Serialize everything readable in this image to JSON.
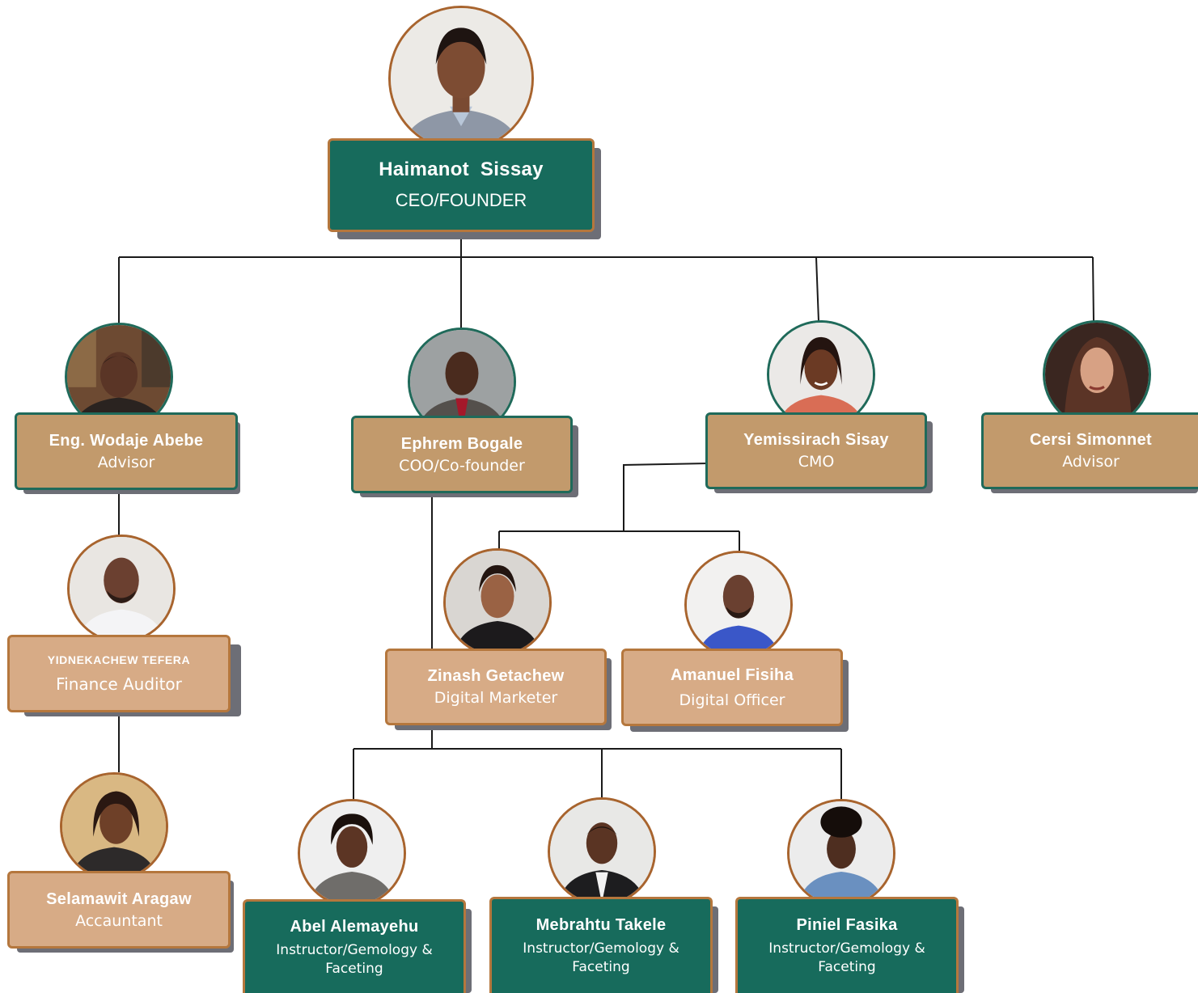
{
  "ceo": {
    "name": "Haimanot  Sissay",
    "role": "CEO/FOUNDER"
  },
  "advisor1": {
    "name": "Eng. Wodaje Abebe",
    "role": "Advisor"
  },
  "coo": {
    "name": "Ephrem Bogale",
    "role": "COO/Co-founder"
  },
  "cmo": {
    "name": "Yemissirach Sisay",
    "role": "CMO"
  },
  "advisor2": {
    "name": "Cersi Simonnet",
    "role": "Advisor"
  },
  "auditor": {
    "name": "YIDNEKACHEW TEFERA",
    "role": "Finance Auditor"
  },
  "accountant": {
    "name": "Selamawit Aragaw",
    "role": "Accauntant"
  },
  "marketer": {
    "name": "Zinash Getachew",
    "role": "Digital Marketer"
  },
  "officer": {
    "name": "Amanuel Fisiha",
    "role": "Digital Officer"
  },
  "instructor1": {
    "name": "Abel Alemayehu",
    "role": "Instructor/Gemology & Faceting"
  },
  "instructor2": {
    "name": "Mebrahtu Takele",
    "role": "Instructor/Gemology & Faceting"
  },
  "instructor3": {
    "name": "Piniel Fasika",
    "role": "Instructor/Gemology & Faceting"
  },
  "colors": {
    "teal": "#176b5c",
    "tan": "#c29a6c",
    "light_tan": "#d7ab86",
    "border_brown": "#b5773d",
    "shadow": "#6d6e76"
  }
}
